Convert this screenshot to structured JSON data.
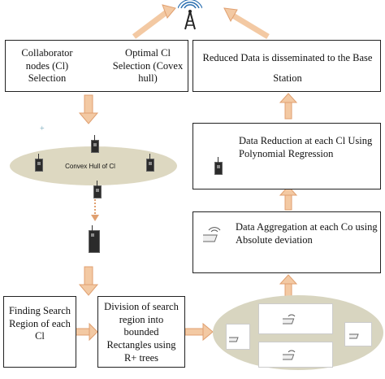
{
  "boxes": {
    "collaborator": "Collaborator nodes (Cl) Selection",
    "optimal": "Optimal Cl Selection (Covex hull)",
    "reduced": "Reduced Data is disseminated to the Base Station",
    "reduction": "Data Reduction at each Cl Using Polynomial Regression",
    "aggregation": "Data Aggregation at each Co using Absolute deviation",
    "finding": "Finding Search Region of each Cl",
    "division": "Division of search region into bounded Rectangles using R+ trees"
  },
  "ellipse_label": "Convex Hull of Cl",
  "icons": [
    "base-station-tower-icon",
    "sensor-device-icon",
    "convex-hull-ellipse",
    "rectangles-ellipse"
  ]
}
